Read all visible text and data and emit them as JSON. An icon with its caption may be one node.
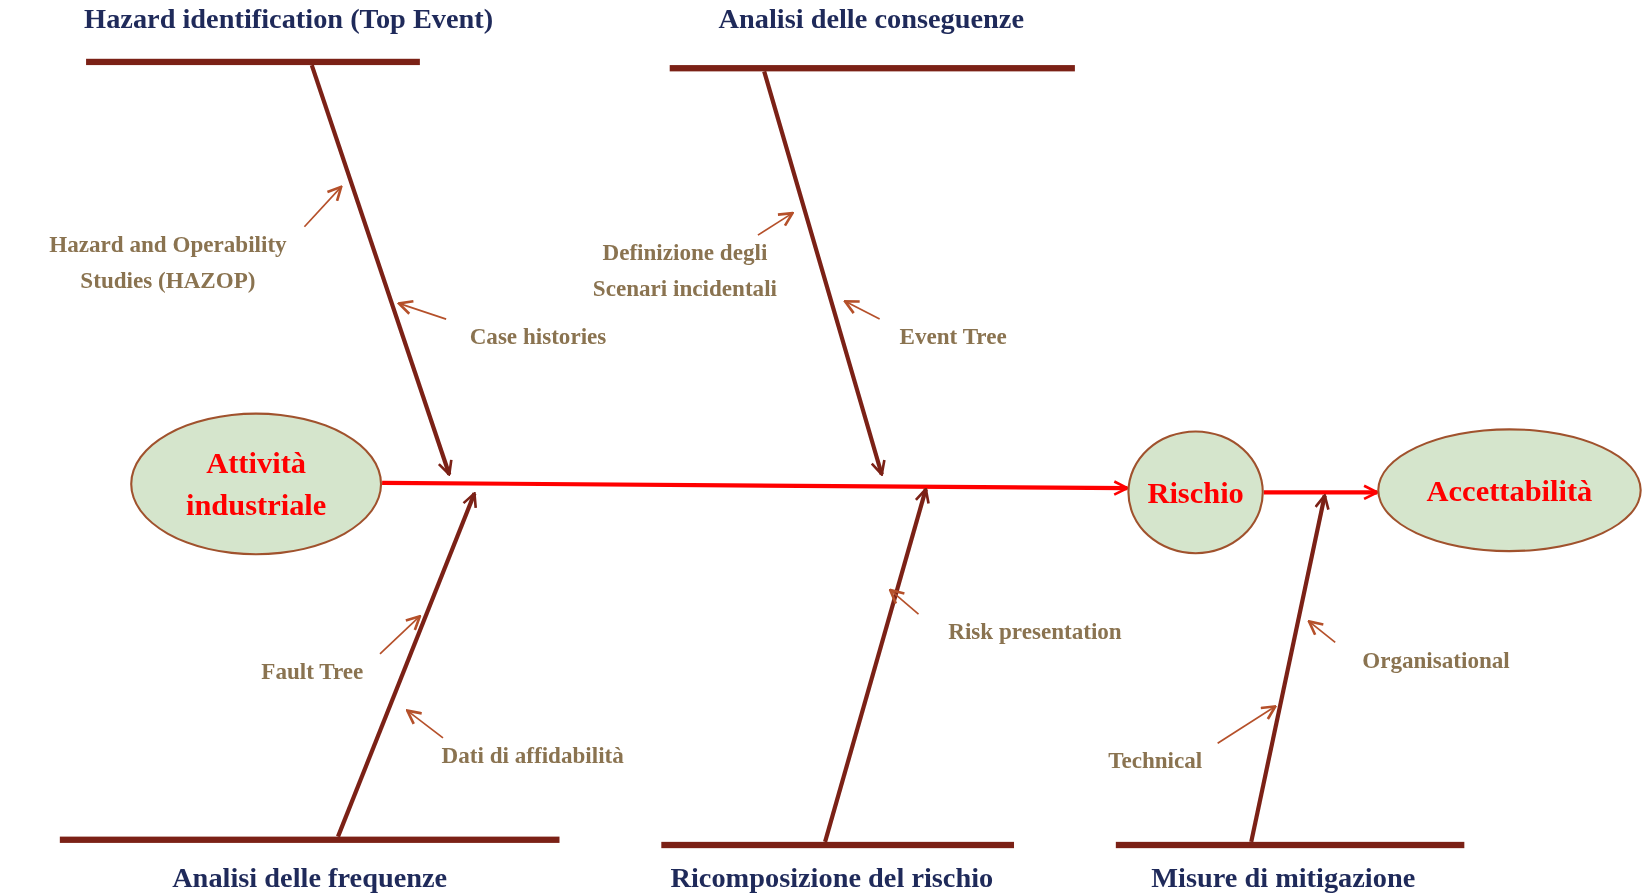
{
  "diagram": {
    "nodes": [
      {
        "text": [
          "Hazard identification (Top Event)"
        ]
      },
      {
        "text": [
          "Analisi delle conseguenze"
        ]
      },
      {
        "text": [
          "Attività industriale"
        ]
      },
      {
        "text": [
          "Rischio"
        ]
      },
      {
        "text": [
          "Accettabilità"
        ]
      },
      {
        "text": [
          "Analisi delle frequenze"
        ]
      },
      {
        "text": [
          "Ricomposizione del rischio"
        ]
      },
      {
        "text": [
          "Misure di mitigazione"
        ]
      },
      {
        "text": [
          "Hazard and Operability Studies (HAZOP)"
        ]
      },
      {
        "text": [
          "Case histories"
        ]
      },
      {
        "text": [
          "Definizione degli Scenari incidentali"
        ]
      },
      {
        "text": [
          "Event Tree"
        ]
      },
      {
        "text": [
          "Fault Tree"
        ]
      },
      {
        "text": [
          "Dati di affidabilità"
        ]
      },
      {
        "text": [
          "Risk presentation"
        ]
      },
      {
        "text": [
          "Technical"
        ]
      },
      {
        "text": [
          "Organisational"
        ]
      }
    ],
    "edges": [
      {
        "from": 0,
        "to": null,
        "arrow": "to",
        "style": "thick",
        "color": "#7b2116"
      },
      {
        "from": 1,
        "to": null,
        "arrow": "to",
        "style": "thick",
        "color": "#7b2116"
      },
      {
        "from": 2,
        "to": 3,
        "arrow": "to",
        "style": "thick",
        "color": "#ff0000"
      },
      {
        "from": 3,
        "to": 4,
        "arrow": "to",
        "style": "thick",
        "color": "#ff0000"
      },
      {
        "from": 5,
        "to": null,
        "arrow": "to",
        "style": "thick",
        "color": "#7b2116"
      },
      {
        "from": 6,
        "to": null,
        "arrow": "to",
        "style": "thick",
        "color": "#7b2116"
      },
      {
        "from": 7,
        "to": null,
        "arrow": "to",
        "style": "thick",
        "color": "#7b2116"
      },
      {
        "from": 8,
        "to": null,
        "arrow": "to"
      },
      {
        "from": 9,
        "to": null,
        "arrow": "to"
      },
      {
        "from": 10,
        "to": null,
        "arrow": "to"
      },
      {
        "from": 11,
        "to": null,
        "arrow": "to"
      },
      {
        "from": 12,
        "to": null,
        "arrow": "to"
      },
      {
        "from": 13,
        "to": null,
        "arrow": "to"
      },
      {
        "from": 14,
        "to": null,
        "arrow": "to"
      },
      {
        "from": 15,
        "to": null,
        "arrow": "to"
      },
      {
        "from": 16,
        "to": null,
        "arrow": "to"
      }
    ]
  }
}
